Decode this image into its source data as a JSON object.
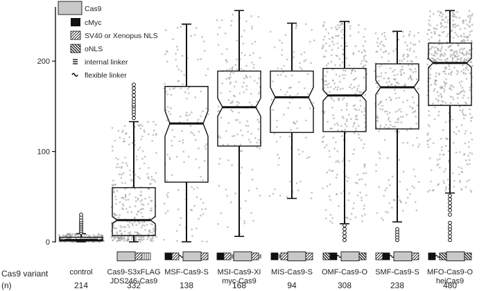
{
  "chart_data": {
    "type": "box",
    "ylim": [
      0,
      260
    ],
    "yticks": [
      0,
      100,
      200
    ],
    "grid": false,
    "legend_position": "top-left",
    "row_labels": {
      "variant": "Cas9 variant",
      "n": "(n)"
    },
    "legend": [
      {
        "label": "Cas9",
        "symbol": "grey-box"
      },
      {
        "label": "cMyc",
        "symbol": "black-box"
      },
      {
        "label": "SV40 or Xenopus NLS",
        "symbol": "hatch-forward"
      },
      {
        "label": "oNLS",
        "symbol": "hatch-back"
      },
      {
        "label": "internal linker",
        "symbol": "bars"
      },
      {
        "label": "flexible linker",
        "symbol": "wave"
      }
    ],
    "categories": [
      {
        "label": [
          "control"
        ],
        "n": "214",
        "construct": [],
        "box": {
          "min": 0,
          "q1": 1,
          "median": 2,
          "q3": 5,
          "max": 9,
          "notch": [
            1.5,
            2.5
          ]
        },
        "outliers": [
          10,
          12,
          14,
          16,
          18,
          20,
          22,
          24,
          27,
          30
        ]
      },
      {
        "label": [
          "Cas9-S3xFLAG",
          "JDS246-Cas9"
        ],
        "n": "332",
        "construct": [
          "cas9",
          "hatch-forward",
          "flag"
        ],
        "box": {
          "min": 0,
          "q1": 7,
          "median": 24,
          "q3": 60,
          "max": 133,
          "notch": [
            20,
            28
          ]
        },
        "outliers": [
          137,
          141,
          144,
          147,
          150,
          152,
          155,
          158,
          162,
          166,
          170,
          174
        ]
      },
      {
        "label": [
          "MSF-Cas9-S"
        ],
        "n": "138",
        "construct": [
          "black",
          "hatch-forward",
          "wave",
          "cas9",
          "hatch-forward"
        ],
        "box": {
          "min": 0,
          "q1": 66,
          "median": 131,
          "q3": 172,
          "max": 241,
          "notch": [
            117,
            145
          ]
        },
        "outliers": []
      },
      {
        "label": [
          "MSI-Cas9-XI",
          "myc-Cas9"
        ],
        "n": "168",
        "construct": [
          "black",
          "hatch-forward",
          "bars",
          "cas9",
          "hatch-forward",
          "bars"
        ],
        "box": {
          "min": 6,
          "q1": 106,
          "median": 149,
          "q3": 189,
          "max": 256,
          "notch": [
            139,
            159
          ]
        },
        "outliers": []
      },
      {
        "label": [
          "MIS-Cas9-S"
        ],
        "n": "94",
        "construct": [
          "black",
          "bars",
          "hatch-forward",
          "cas9",
          "hatch-forward"
        ],
        "box": {
          "min": 48,
          "q1": 121,
          "median": 160,
          "q3": 189,
          "max": 242,
          "notch": [
            149,
            171
          ]
        },
        "outliers": []
      },
      {
        "label": [
          "OMF-Cas9-O"
        ],
        "n": "308",
        "construct": [
          "hatch-back",
          "black",
          "wave",
          "cas9",
          "hatch-back"
        ],
        "box": {
          "min": 20,
          "q1": 122,
          "median": 162,
          "q3": 192,
          "max": 244,
          "notch": [
            156,
            168
          ]
        },
        "outliers": [
          2,
          6,
          10,
          14,
          18
        ]
      },
      {
        "label": [
          "SMF-Cas9-S"
        ],
        "n": "238",
        "construct": [
          "hatch-forward",
          "black",
          "wave",
          "cas9",
          "hatch-forward"
        ],
        "box": {
          "min": 22,
          "q1": 125,
          "median": 171,
          "q3": 197,
          "max": 233,
          "notch": [
            163,
            179
          ]
        },
        "outliers": [
          2,
          5,
          8,
          11,
          14
        ]
      },
      {
        "label": [
          "MFO-Cas9-O",
          "heiCas9"
        ],
        "n": "480",
        "construct": [
          "black",
          "wave",
          "hatch-back",
          "cas9",
          "hatch-back"
        ],
        "box": {
          "min": 54,
          "q1": 151,
          "median": 198,
          "q3": 220,
          "max": 256,
          "notch": [
            193,
            203
          ]
        },
        "outliers": [
          2,
          6,
          10,
          14,
          17,
          21,
          30,
          35,
          39,
          43,
          47,
          51
        ]
      }
    ]
  }
}
